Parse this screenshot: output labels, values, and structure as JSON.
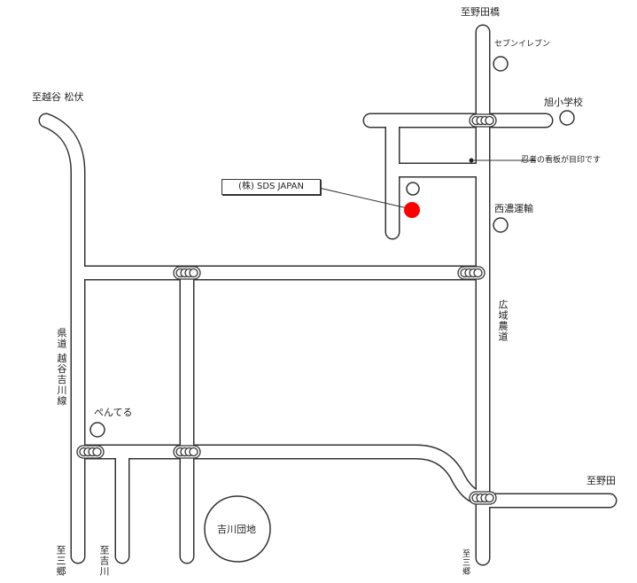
{
  "labels": {
    "to_noda_bridge": "至野田橋",
    "seven_eleven": "セブンイレブン",
    "asahi_school": "旭小学校",
    "ninja_sign": "忍者の看板が目印です",
    "seino": "西濃運輸",
    "company": "(株) SDS JAPAN",
    "to_koshigaya": "至越谷 松伏",
    "prefectural_road": "県道 越谷吉川線",
    "pentel": "ぺんてる",
    "wide_farm_road": "広域農道",
    "to_noda": "至野田",
    "to_misato_left": "至三郷",
    "to_yoshikawa": "至吉川",
    "to_misato_right": "至三郷",
    "yoshikawa_danchi": "吉川団地"
  },
  "colors": {
    "road": "#333333",
    "destination": "#ff0000"
  }
}
